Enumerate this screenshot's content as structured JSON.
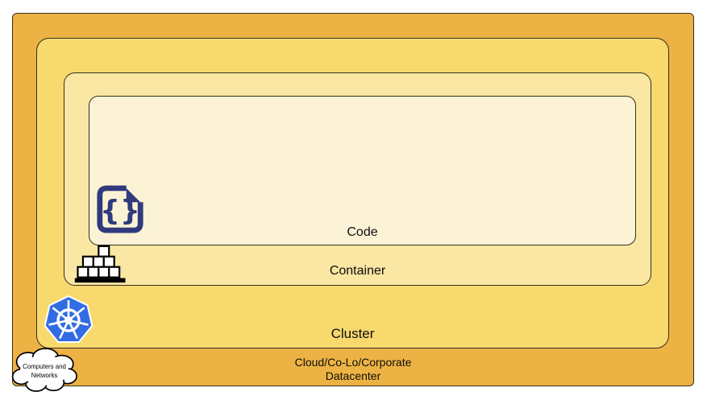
{
  "diagram": {
    "type": "nested-layers",
    "layers": {
      "datacenter": {
        "label_line1": "Cloud/Co-Lo/Corporate",
        "label_line2": "Datacenter",
        "bg_color": "#ecb344",
        "icon": "cloud-icon"
      },
      "cluster": {
        "label": "Cluster",
        "bg_color": "#f7d96e",
        "icon": "kubernetes-helm-icon"
      },
      "container": {
        "label": "Container",
        "bg_color": "#fae7a3",
        "icon": "container-stack-icon"
      },
      "code": {
        "label": "Code",
        "bg_color": "#fcf3d6",
        "icon": "code-file-icon"
      }
    },
    "cloud_callout": {
      "line1": "Computers and",
      "line2": "Networks"
    },
    "colors": {
      "border": "#33301d",
      "code_icon_navy": "#303a7d",
      "kubernetes_blue": "#326ce5",
      "callout_fill": "#ffffff"
    },
    "code_icon_glyph": "{}"
  }
}
